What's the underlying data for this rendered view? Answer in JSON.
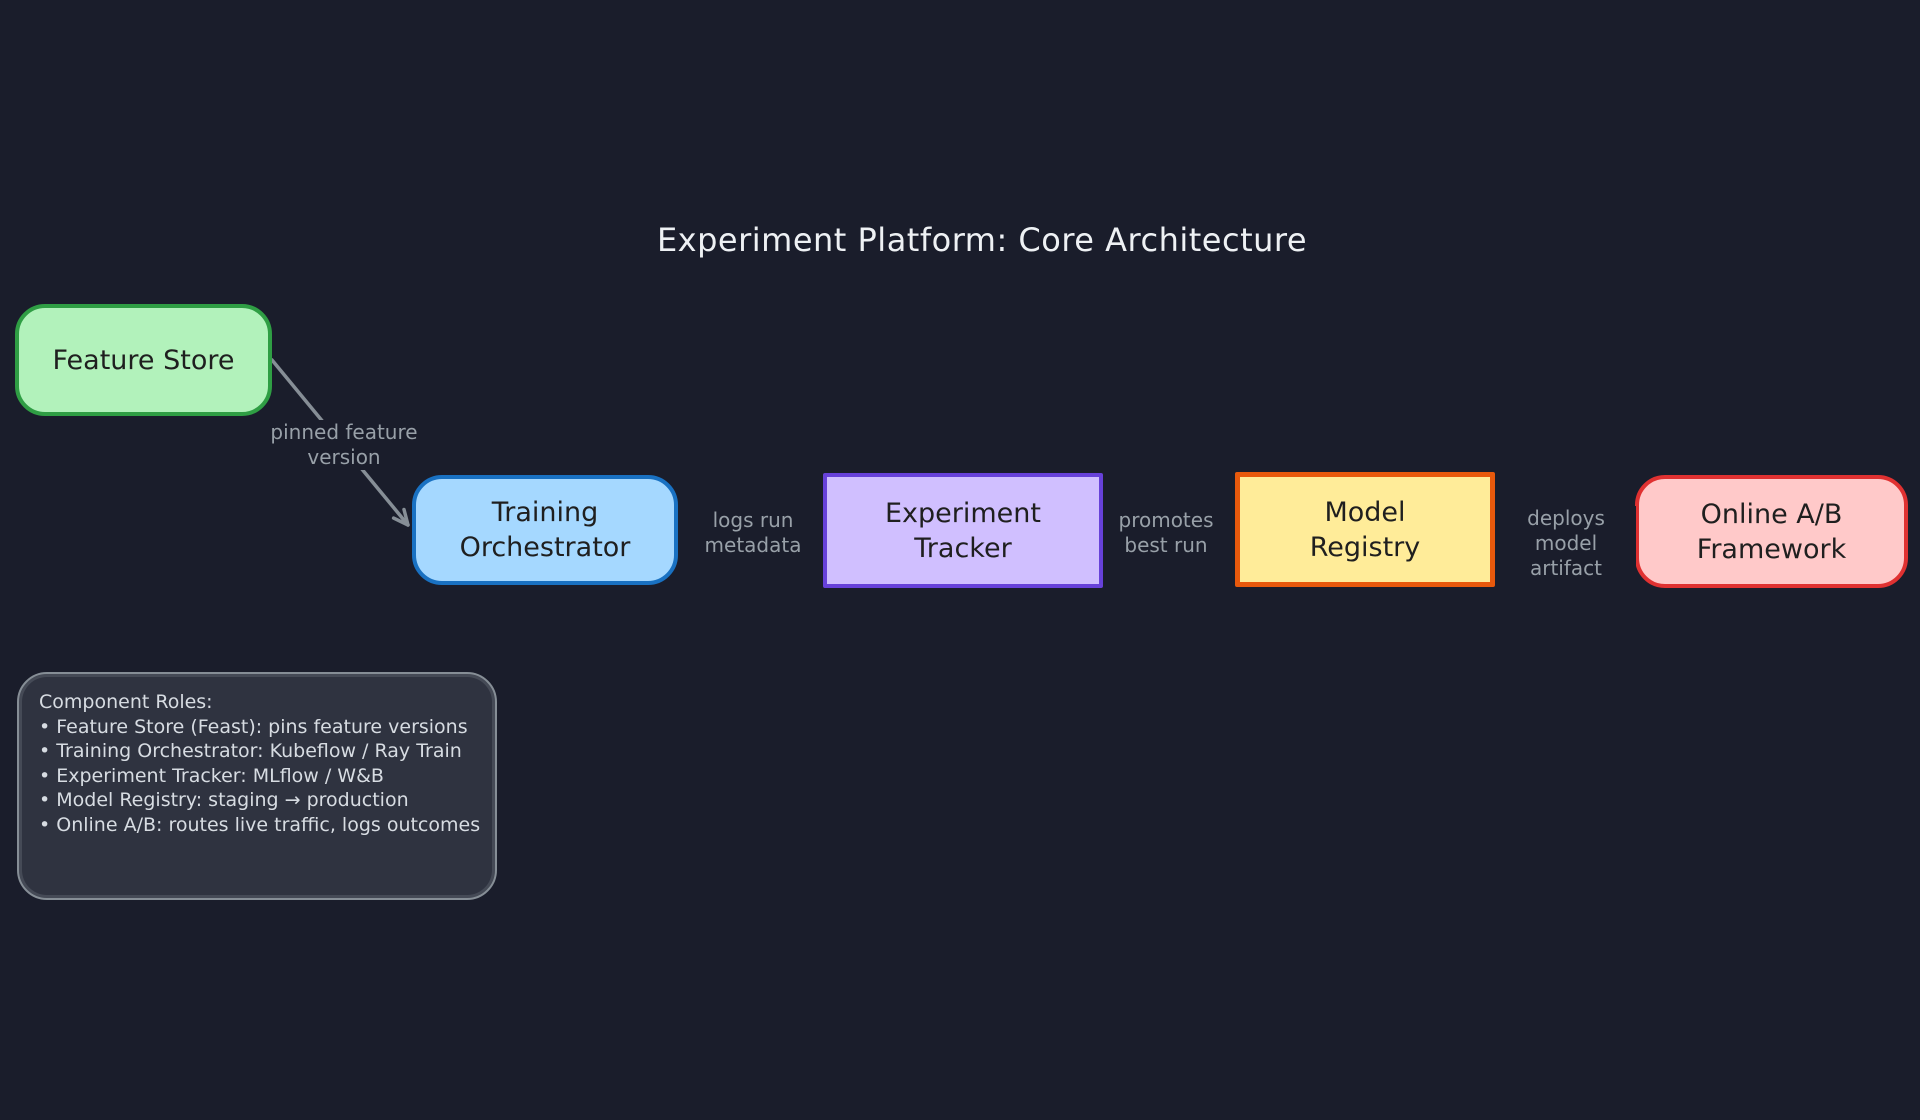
{
  "title": {
    "text": "Experiment Platform: Core Architecture"
  },
  "nodes": [
    {
      "name": "feature-store",
      "lines": [
        "Feature Store"
      ],
      "fill": "#b2f2bb",
      "stroke": "#2f9e44"
    },
    {
      "name": "training-orchestrator",
      "lines": [
        "Training",
        "Orchestrator"
      ],
      "fill": "#a5d8ff",
      "stroke": "#1971c2"
    },
    {
      "name": "experiment-tracker",
      "lines": [
        "Experiment",
        "Tracker"
      ],
      "fill": "#d0bfff",
      "stroke": "#6741d9"
    },
    {
      "name": "model-registry",
      "lines": [
        "Model",
        "Registry"
      ],
      "fill": "#ffec99",
      "stroke": "#e8590c"
    },
    {
      "name": "online-ab-framework",
      "lines": [
        "Online A/B",
        "Framework"
      ],
      "fill": "#ffc9c9",
      "stroke": "#e03131"
    }
  ],
  "edges": [
    {
      "name": "pinned-feature-version",
      "lines": [
        "pinned feature",
        "version"
      ]
    },
    {
      "name": "logs-run-metadata",
      "lines": [
        "logs run",
        "metadata"
      ]
    },
    {
      "name": "promotes-best-run",
      "lines": [
        "promotes",
        "best run"
      ]
    },
    {
      "name": "deploys-model-artifact",
      "lines": [
        "deploys model",
        "artifact"
      ]
    }
  ],
  "note": {
    "lines": [
      "Component Roles:",
      "• Feature Store (Feast): pins feature versions",
      "• Training Orchestrator: Kubeflow / Ray Train",
      "• Experiment Tracker: MLflow / W&B",
      "• Model Registry: staging → production",
      "• Online A/B: routes live traffic, logs outcomes"
    ]
  },
  "colors": {
    "background": "#1a1d2b",
    "arrow": "#868e96",
    "edge_label_text": "#98a0a8",
    "note_border": "#868e96",
    "note_text": "#d7dce2",
    "title_text": "#eef1f4",
    "node_text": "#1f1f1f"
  }
}
